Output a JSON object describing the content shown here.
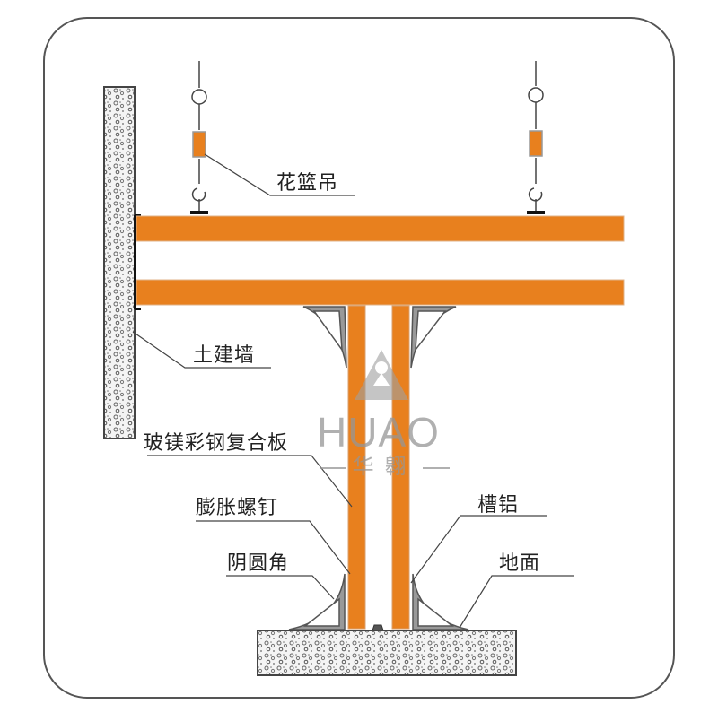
{
  "diagram": {
    "title": "",
    "colors": {
      "panel": "#e8801e",
      "frame": "#555555",
      "concrete": "#8a8a8a",
      "profile": "#777777",
      "watermark": "#a0a0a0"
    },
    "labels": {
      "turnbuckle": "花篮吊",
      "civil_wall": "土建墙",
      "panel": "玻镁彩钢复合板",
      "expansion_bolt": "膨胀螺钉",
      "channel_aluminum": "槽铝",
      "cove_corner": "阴圆角",
      "ground": "地面"
    },
    "watermark": {
      "brand": "HUAO",
      "brand_cn": "华翱",
      "icon": "huao-logo-icon"
    },
    "components": [
      {
        "name": "civil-wall",
        "label_key": "turnbuckle"
      },
      {
        "name": "ceiling-panel-upper"
      },
      {
        "name": "ceiling-panel-lower"
      },
      {
        "name": "wall-panel-left"
      },
      {
        "name": "wall-panel-right"
      },
      {
        "name": "turnbuckle-hanger-left"
      },
      {
        "name": "turnbuckle-hanger-right"
      },
      {
        "name": "ceiling-cove-corners"
      },
      {
        "name": "floor-cove-corners"
      },
      {
        "name": "floor-slab"
      }
    ]
  }
}
